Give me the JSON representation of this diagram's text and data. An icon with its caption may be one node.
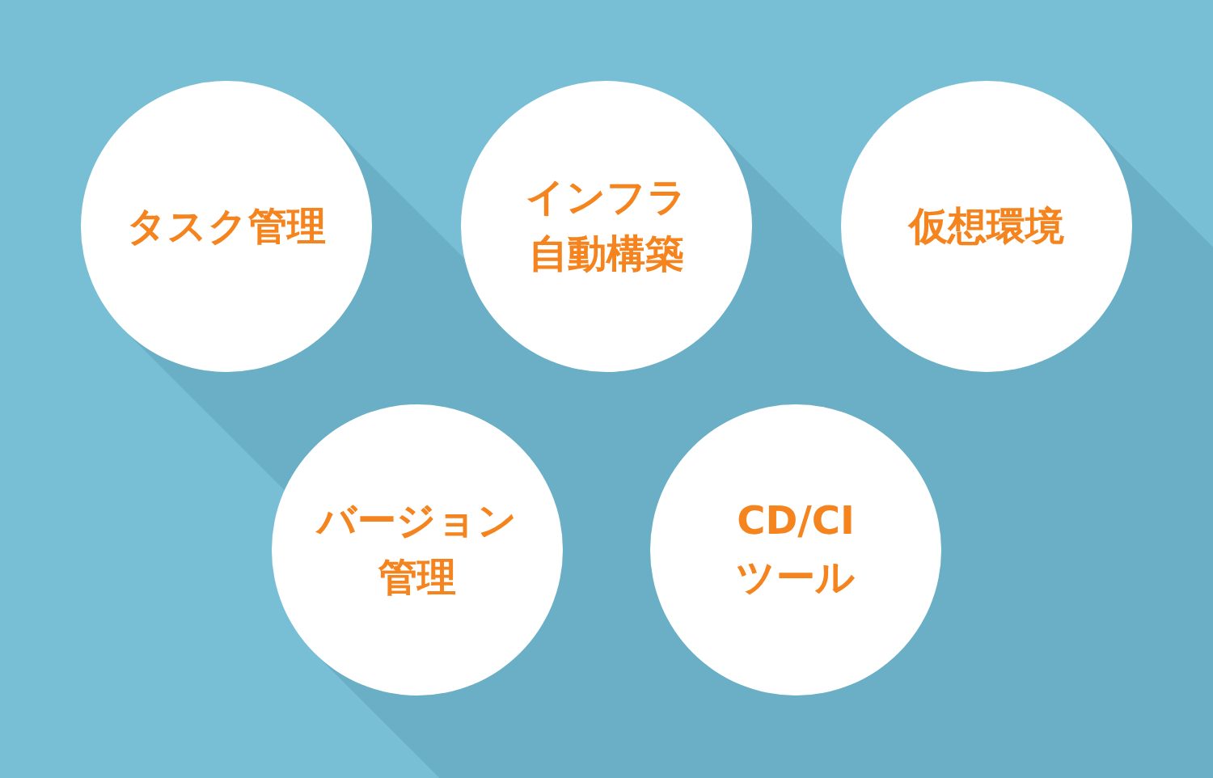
{
  "diagram": {
    "nodes": [
      {
        "text": [
          "タスク管理"
        ]
      },
      {
        "text": [
          "インフラ自動構築"
        ]
      },
      {
        "text": [
          "仮想環境"
        ]
      },
      {
        "text": [
          "バージョン管理"
        ]
      },
      {
        "text": [
          "CD/CIツール"
        ]
      }
    ]
  }
}
